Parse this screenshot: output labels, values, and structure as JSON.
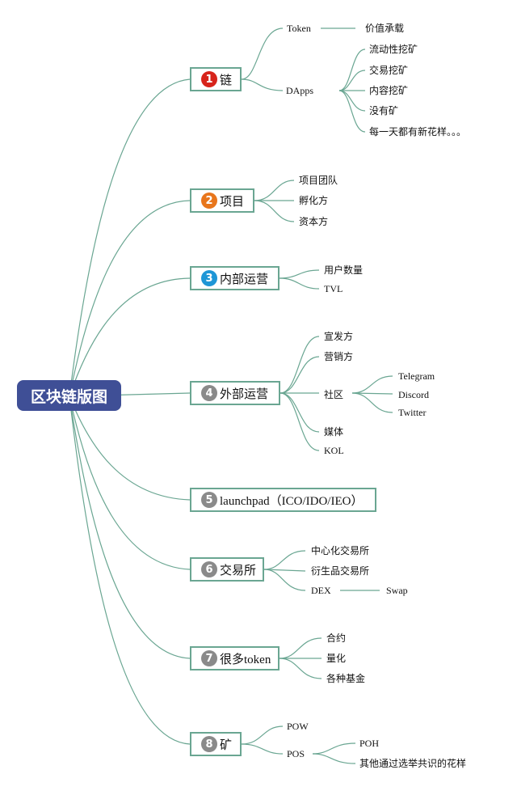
{
  "root": {
    "label": "区块链版图"
  },
  "branches": [
    {
      "num": "1",
      "label": "链",
      "badge_color": "#d7241b",
      "children": [
        {
          "label": "Token",
          "children": [
            {
              "label": "价值承载"
            }
          ]
        },
        {
          "label": "DApps",
          "children": [
            {
              "label": "流动性挖矿"
            },
            {
              "label": "交易挖矿"
            },
            {
              "label": "内容挖矿"
            },
            {
              "label": "没有矿"
            },
            {
              "label": "每一天都有新花样。。。"
            }
          ]
        }
      ]
    },
    {
      "num": "2",
      "label": "项目",
      "badge_color": "#e8761c",
      "children": [
        {
          "label": "项目团队"
        },
        {
          "label": "孵化方"
        },
        {
          "label": "资本方"
        }
      ]
    },
    {
      "num": "3",
      "label": "内部运营",
      "badge_color": "#1e96d6",
      "children": [
        {
          "label": "用户数量"
        },
        {
          "label": "TVL"
        }
      ]
    },
    {
      "num": "4",
      "label": "外部运营",
      "badge_color": "#8a8a8a",
      "children": [
        {
          "label": "宣发方"
        },
        {
          "label": "营销方"
        },
        {
          "label": "社区",
          "children": [
            {
              "label": "Telegram"
            },
            {
              "label": "Discord"
            },
            {
              "label": "Twitter"
            }
          ]
        },
        {
          "label": "媒体"
        },
        {
          "label": "KOL"
        }
      ]
    },
    {
      "num": "5",
      "label": "launchpad（ICO/IDO/IEO）",
      "badge_color": "#8a8a8a",
      "children": []
    },
    {
      "num": "6",
      "label": "交易所",
      "badge_color": "#8a8a8a",
      "children": [
        {
          "label": "中心化交易所"
        },
        {
          "label": "衍生品交易所"
        },
        {
          "label": "DEX",
          "children": [
            {
              "label": "Swap"
            }
          ]
        }
      ]
    },
    {
      "num": "7",
      "label": "很多token",
      "badge_color": "#8a8a8a",
      "children": [
        {
          "label": "合约"
        },
        {
          "label": "量化"
        },
        {
          "label": "各种基金"
        }
      ]
    },
    {
      "num": "8",
      "label": "矿",
      "badge_color": "#8a8a8a",
      "children": [
        {
          "label": "POW"
        },
        {
          "label": "POS",
          "children": [
            {
              "label": "POH"
            },
            {
              "label": "其他通过选举共识的花样"
            }
          ]
        }
      ]
    }
  ],
  "colors": {
    "line": "#6aa692",
    "root_fill": "#3f4f96"
  }
}
